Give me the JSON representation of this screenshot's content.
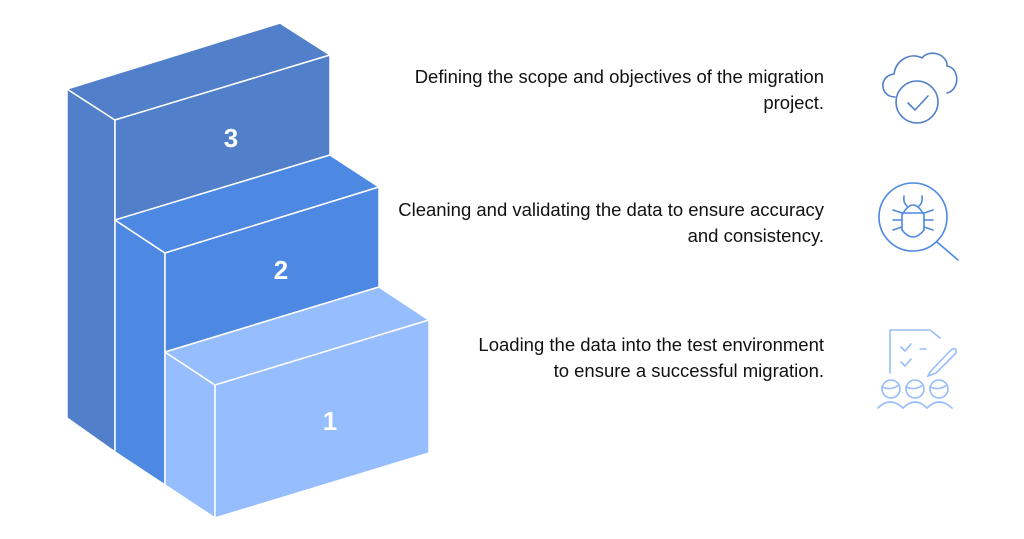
{
  "steps": [
    {
      "number": "1",
      "text": "Loading the data into the test environment to ensure a successful migration.",
      "icon": "checklist-team-icon",
      "color": "#96bdfd"
    },
    {
      "number": "2",
      "text": "Cleaning and validating the data to ensure accuracy and consistency.",
      "icon": "bug-search-icon",
      "color": "#4d88e3"
    },
    {
      "number": "3",
      "text": "Defining the scope and objectives of the migration project.",
      "icon": "cloud-check-icon",
      "color": "#517fc9"
    }
  ]
}
